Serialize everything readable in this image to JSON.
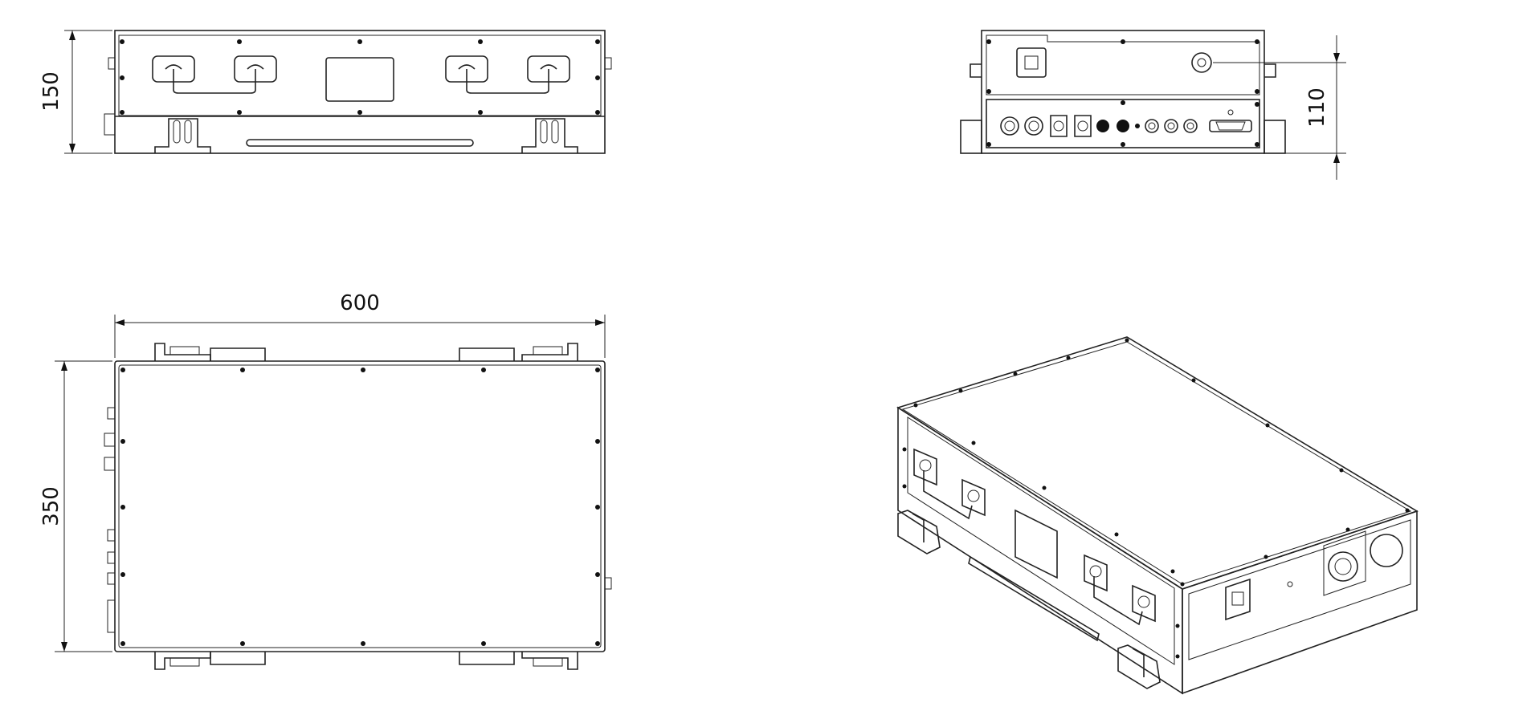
{
  "dimensions": {
    "front_height": "150",
    "rear_height": "110",
    "top_width": "600",
    "top_depth": "350"
  }
}
